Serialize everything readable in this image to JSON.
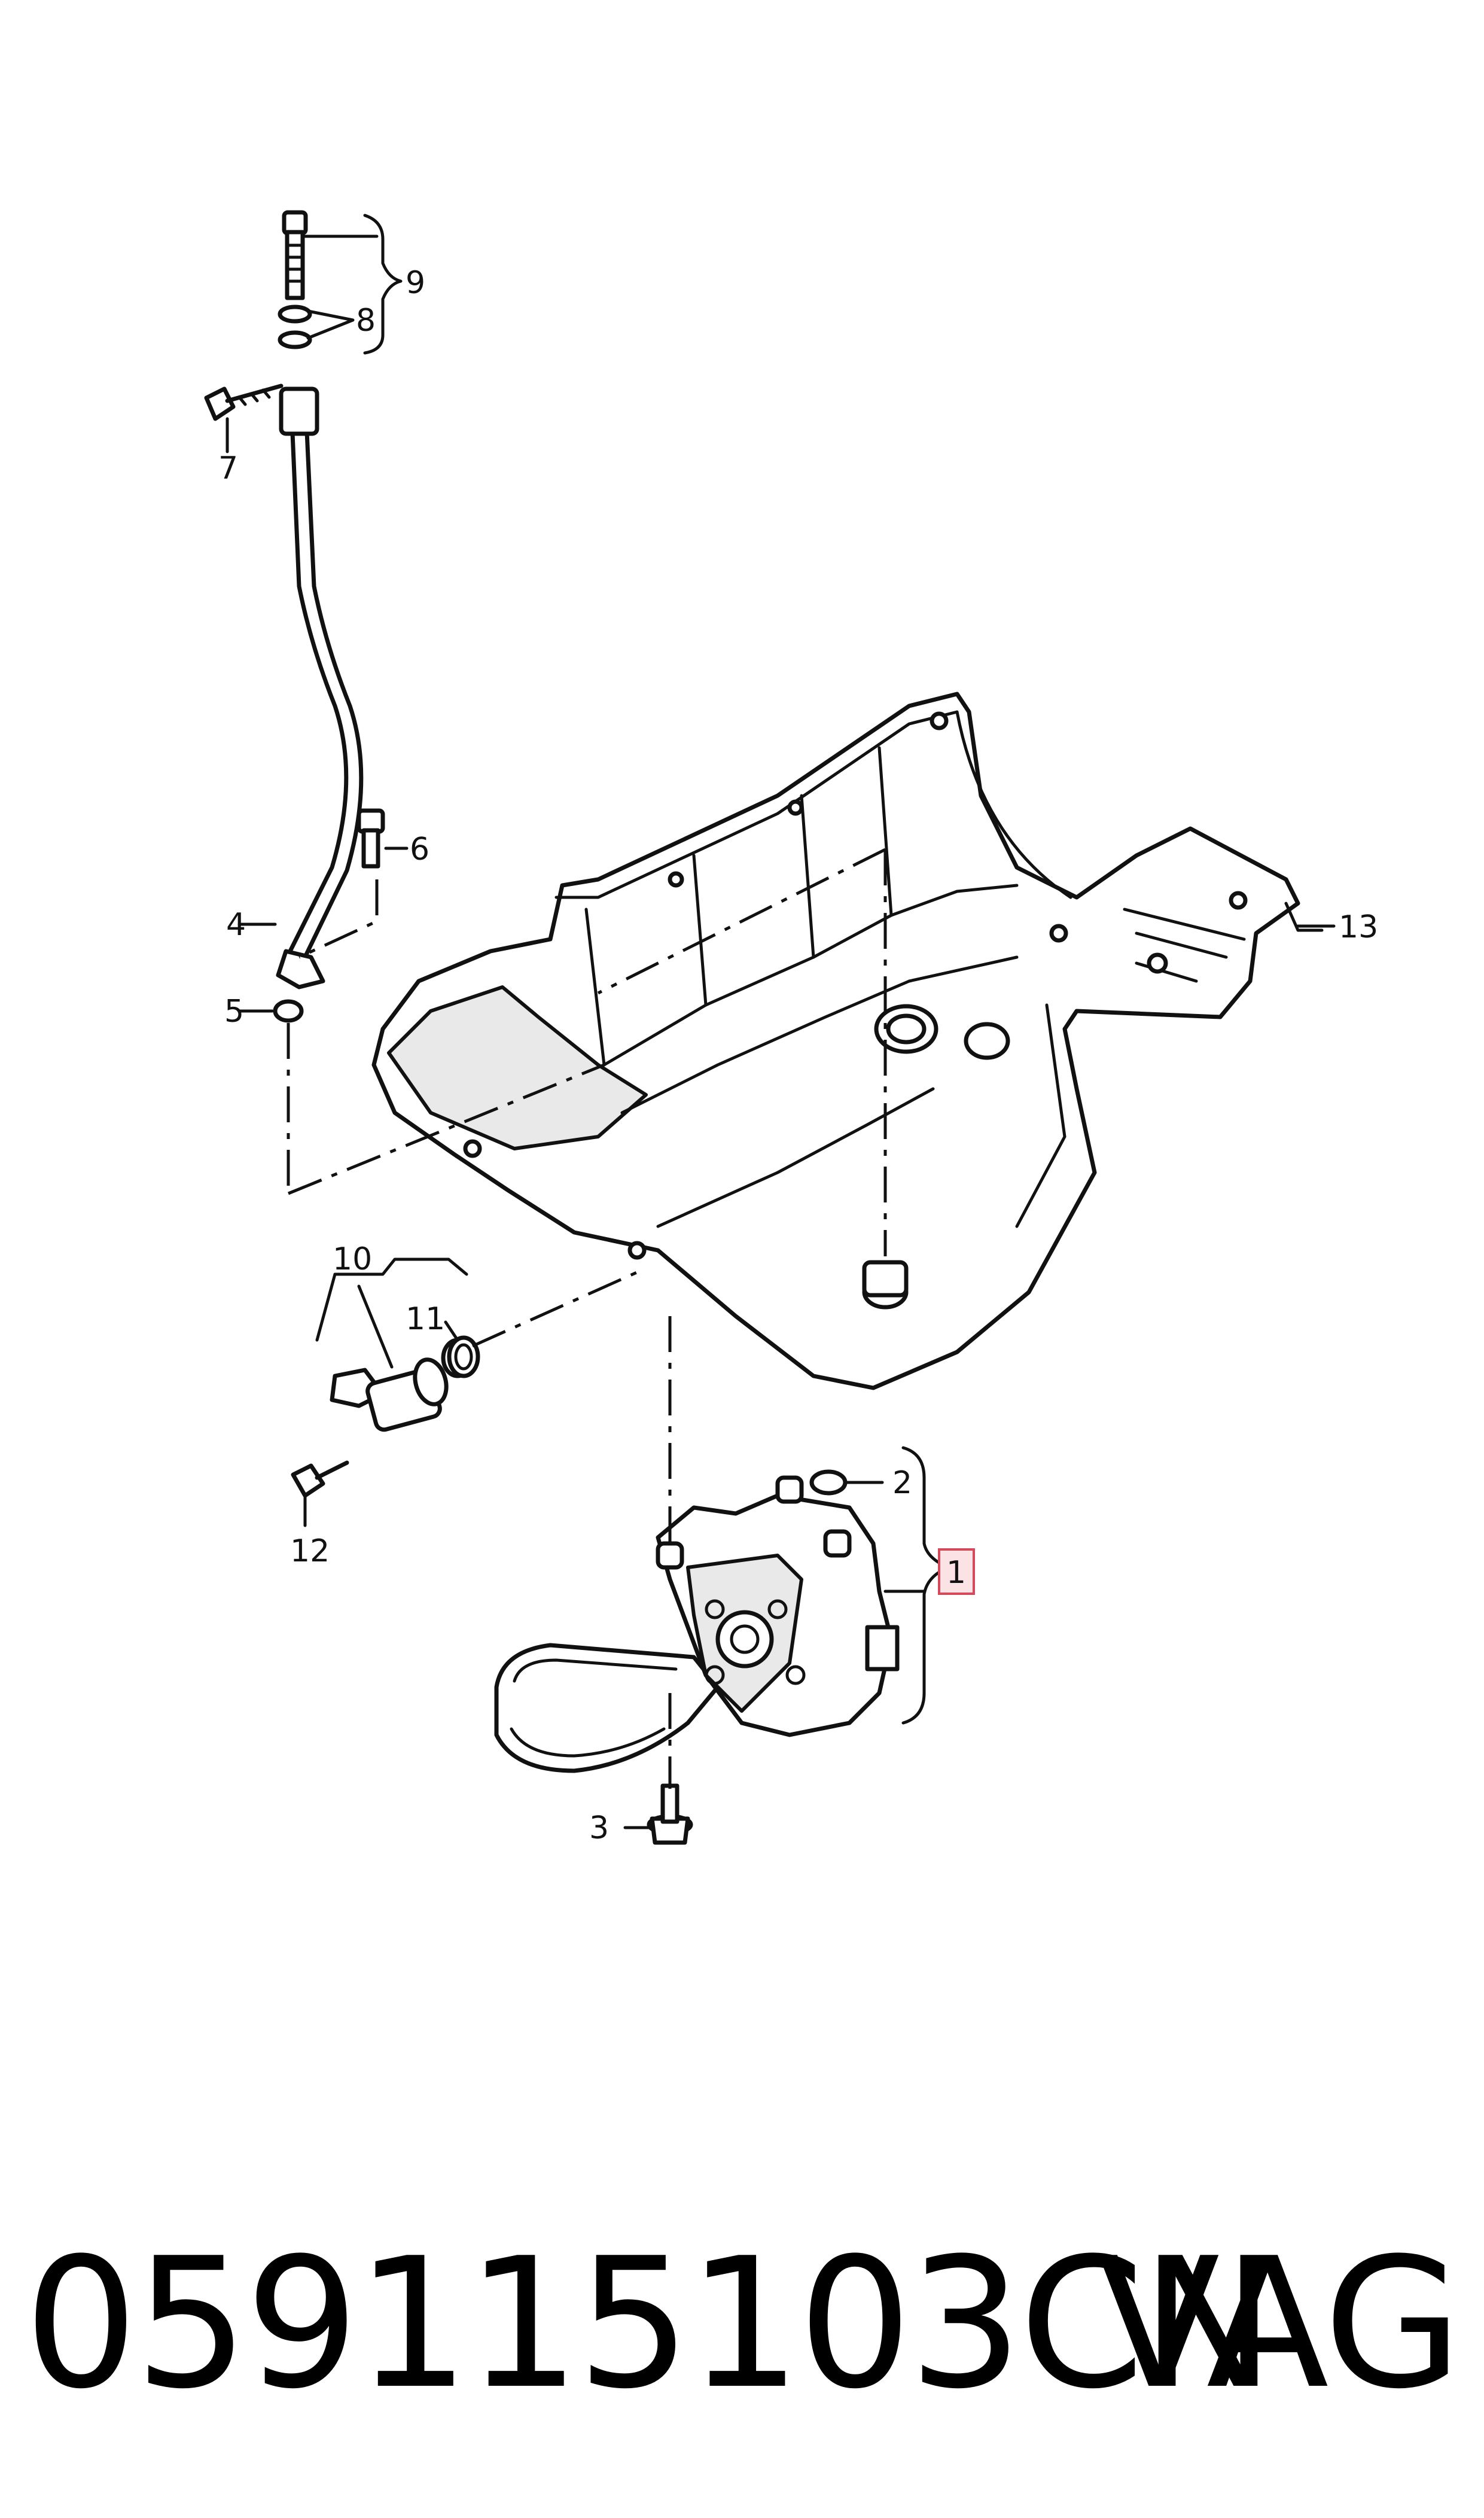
{
  "callouts": {
    "c1": "1",
    "c2": "2",
    "c3": "3",
    "c4": "4",
    "c5": "5",
    "c6": "6",
    "c7": "7",
    "c8": "8",
    "c9": "9",
    "c10": "10",
    "c11": "11",
    "c12": "12",
    "c13": "13"
  },
  "footer": {
    "part_number": "059115103CN",
    "brand": "VAG"
  },
  "colors": {
    "highlight_fill": "#fbe3e5",
    "highlight_stroke": "#d44a5a",
    "line": "#111111"
  }
}
